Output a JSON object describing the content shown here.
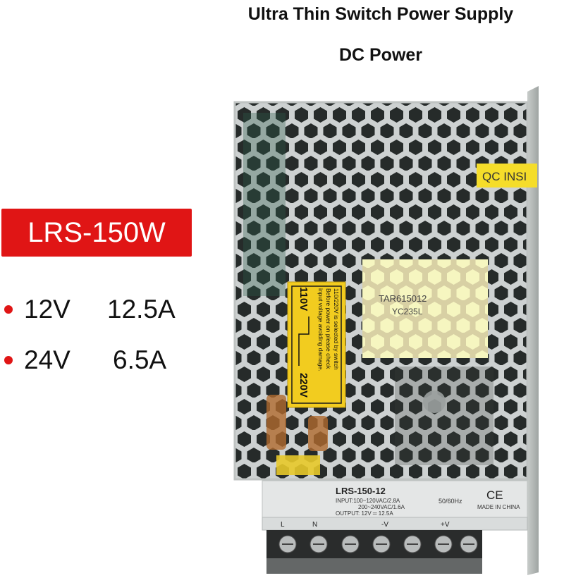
{
  "header": {
    "title": "Ultra Thin Switch Power Supply",
    "subtitle": "DC Power"
  },
  "model_badge": {
    "label": "LRS-150W",
    "color": "#e01515"
  },
  "specs": [
    {
      "voltage": "12V",
      "current": "12.5A"
    },
    {
      "voltage": "24V",
      "current": "6.5A"
    }
  ],
  "product": {
    "qc_sticker": "QC INSI",
    "switch_label_line1": "110/220V is selected by switch",
    "switch_label_line2": "Before power on please check",
    "switch_label_line3": "input voltage avoiding damage.",
    "v110": "110V",
    "v220": "220V",
    "chip_text1": "TAR615012",
    "chip_text2": "YC235L",
    "nameplate_model": "LRS-150-12",
    "input_line1": "INPUT:100~120VAC/2.8A",
    "input_line2": "200~240VAC/1.6A",
    "output_line": "OUTPUT:   12V ═ 12.5A",
    "frequency": "50/60Hz",
    "ce_mark": "CE",
    "made_in": "MADE IN CHINA",
    "term_L": "L",
    "term_N": "N",
    "term_negV": "-V",
    "term_posV": "+V"
  }
}
